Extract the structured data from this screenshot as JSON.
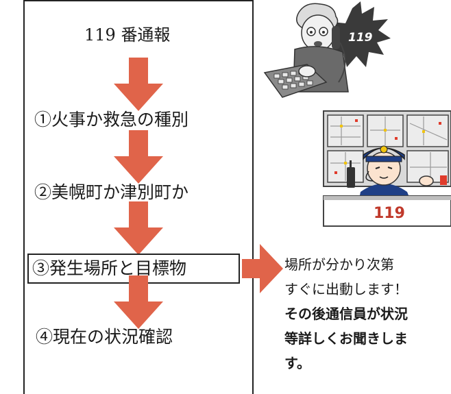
{
  "steps": [
    "119 番通報",
    "①火事か救急の種別",
    "②美幌町か津別町か",
    "③発生場所と目標物",
    "④現在の状況確認"
  ],
  "arrow_color": "#e0644a",
  "note": {
    "lines": [
      "場所が分かり次第",
      "すぐに出動します！"
    ],
    "bold_lines": [
      "その後通信員が状況",
      "等詳しくお聞きしま",
      "す。"
    ]
  },
  "illustrations": {
    "caller": {
      "icon": "caller-on-phone-icon",
      "badge": "119"
    },
    "dispatcher": {
      "icon": "dispatch-operator-icon",
      "desk_label": "119"
    }
  }
}
